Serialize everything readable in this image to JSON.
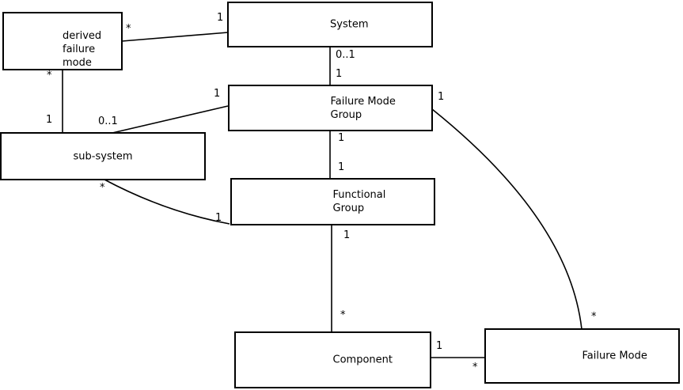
{
  "diagram": {
    "colors": {
      "background": "#ffffff",
      "line": "#000000",
      "text": "#000000"
    },
    "entities": [
      {
        "id": "derived-failure-mode",
        "lines": [
          "derived",
          "failure",
          "mode"
        ]
      },
      {
        "id": "system",
        "lines": [
          "System"
        ]
      },
      {
        "id": "failure-mode-group",
        "lines": [
          "Failure Mode",
          "Group"
        ]
      },
      {
        "id": "sub-system",
        "lines": [
          "sub-system"
        ]
      },
      {
        "id": "functional-group",
        "lines": [
          "Functional",
          "Group"
        ]
      },
      {
        "id": "component",
        "lines": [
          "Component"
        ]
      },
      {
        "id": "failure-mode",
        "lines": [
          "Failure Mode"
        ]
      }
    ],
    "associations": [
      {
        "from": "derived-failure-mode",
        "to": "system",
        "from_label": "*",
        "to_label": "1"
      },
      {
        "from": "derived-failure-mode",
        "to": "sub-system",
        "from_label": "*",
        "to_label": "1"
      },
      {
        "from": "sub-system",
        "to": "failure-mode-group",
        "from_label": "0..1",
        "to_label": "1"
      },
      {
        "from": "system",
        "to": "failure-mode-group",
        "from_label": "0..1",
        "to_label": "1"
      },
      {
        "from": "failure-mode-group",
        "to": "functional-group",
        "from_label": "1",
        "to_label": "1"
      },
      {
        "from": "sub-system",
        "to": "functional-group",
        "from_label": "*",
        "to_label": "1"
      },
      {
        "from": "functional-group",
        "to": "component",
        "from_label": "1",
        "to_label": "*"
      },
      {
        "from": "failure-mode-group",
        "to": "failure-mode",
        "from_label": "1",
        "to_label": "*"
      },
      {
        "from": "component",
        "to": "failure-mode",
        "from_label": "1",
        "to_label": "*"
      }
    ]
  }
}
